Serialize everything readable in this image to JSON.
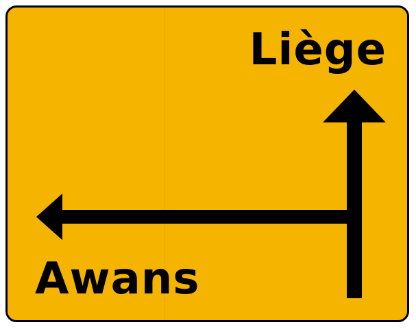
{
  "sign": {
    "background_color": "#f5b400",
    "border_color": "#000000",
    "text_color": "#000000",
    "destinations": [
      {
        "name": "Liège",
        "direction": "straight-ahead"
      },
      {
        "name": "Awans",
        "direction": "left"
      }
    ]
  }
}
